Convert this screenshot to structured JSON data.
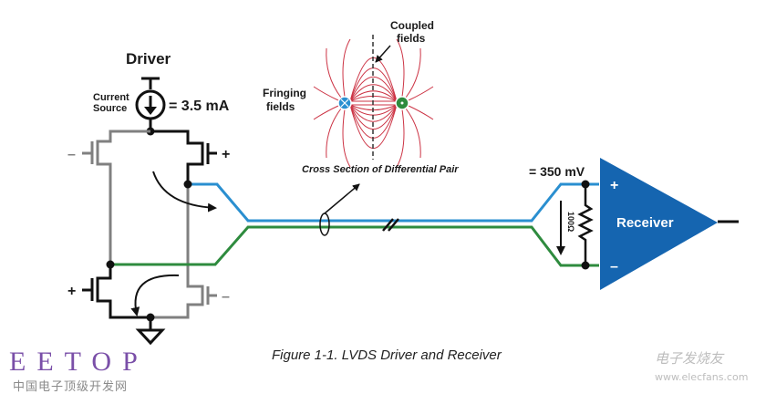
{
  "colors": {
    "positive_line": "#2a8fd0",
    "negative_line": "#2e8b3e",
    "receiver_fill": "#1565b0",
    "field_lines": "#cc3344",
    "wire_gray": "#808080",
    "wire_black": "#111111",
    "watermark_purple": "#7a4fa8"
  },
  "driver": {
    "title": "Driver",
    "current_source_label_line1": "Current",
    "current_source_label_line2": "Source",
    "current_value": "= 3.5 mA",
    "top_left_gate_sign": "–",
    "top_right_gate_sign": "+",
    "bottom_left_gate_sign": "+",
    "bottom_right_gate_sign": "–"
  },
  "cross_section": {
    "coupled_label_line1": "Coupled",
    "coupled_label_line2": "fields",
    "fringing_label_line1": "Fringing",
    "fringing_label_line2": "fields",
    "title": "Cross Section of Differential Pair"
  },
  "receiver": {
    "voltage": "= 350 mV",
    "resistor": "100Ω",
    "label": "Receiver",
    "plus": "+",
    "minus": "–"
  },
  "caption": "Figure 1-1. LVDS Driver and Receiver",
  "watermark_left": {
    "logo": "EETOP",
    "subtitle": "中国电子顶级开发网"
  },
  "watermark_right": {
    "name": "电子发烧友",
    "url": "www.elecfans.com"
  }
}
